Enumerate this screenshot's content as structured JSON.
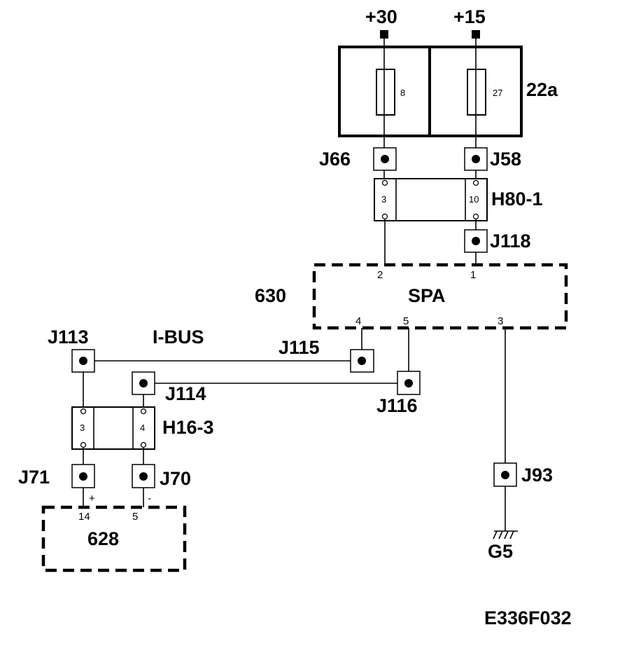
{
  "supply": {
    "b30": "+30",
    "b15": "+15"
  },
  "fusebox": {
    "label": "22a",
    "fuse_left": "8",
    "fuse_right": "27"
  },
  "connectors": {
    "j66": "J66",
    "j58": "J58",
    "j118": "J118",
    "j113": "J113",
    "j114": "J114",
    "j115": "J115",
    "j116": "J116",
    "j71": "J71",
    "j70": "J70",
    "j93": "J93"
  },
  "h80": {
    "label": "H80-1",
    "pin_left": "3",
    "pin_right": "10"
  },
  "h16": {
    "label": "H16-3",
    "pin_left": "3",
    "pin_right": "4"
  },
  "spa": {
    "id": "630",
    "name": "SPA",
    "pin_2": "2",
    "pin_1": "1",
    "pin_4": "4",
    "pin_5": "5",
    "pin_3": "3"
  },
  "bus": {
    "label": "I-BUS"
  },
  "unit628": {
    "id": "628",
    "pin_14": "14",
    "pin_5": "5",
    "plus": "+",
    "minus": "-"
  },
  "ground": {
    "label": "G5"
  },
  "figure": {
    "code": "E336F032"
  }
}
